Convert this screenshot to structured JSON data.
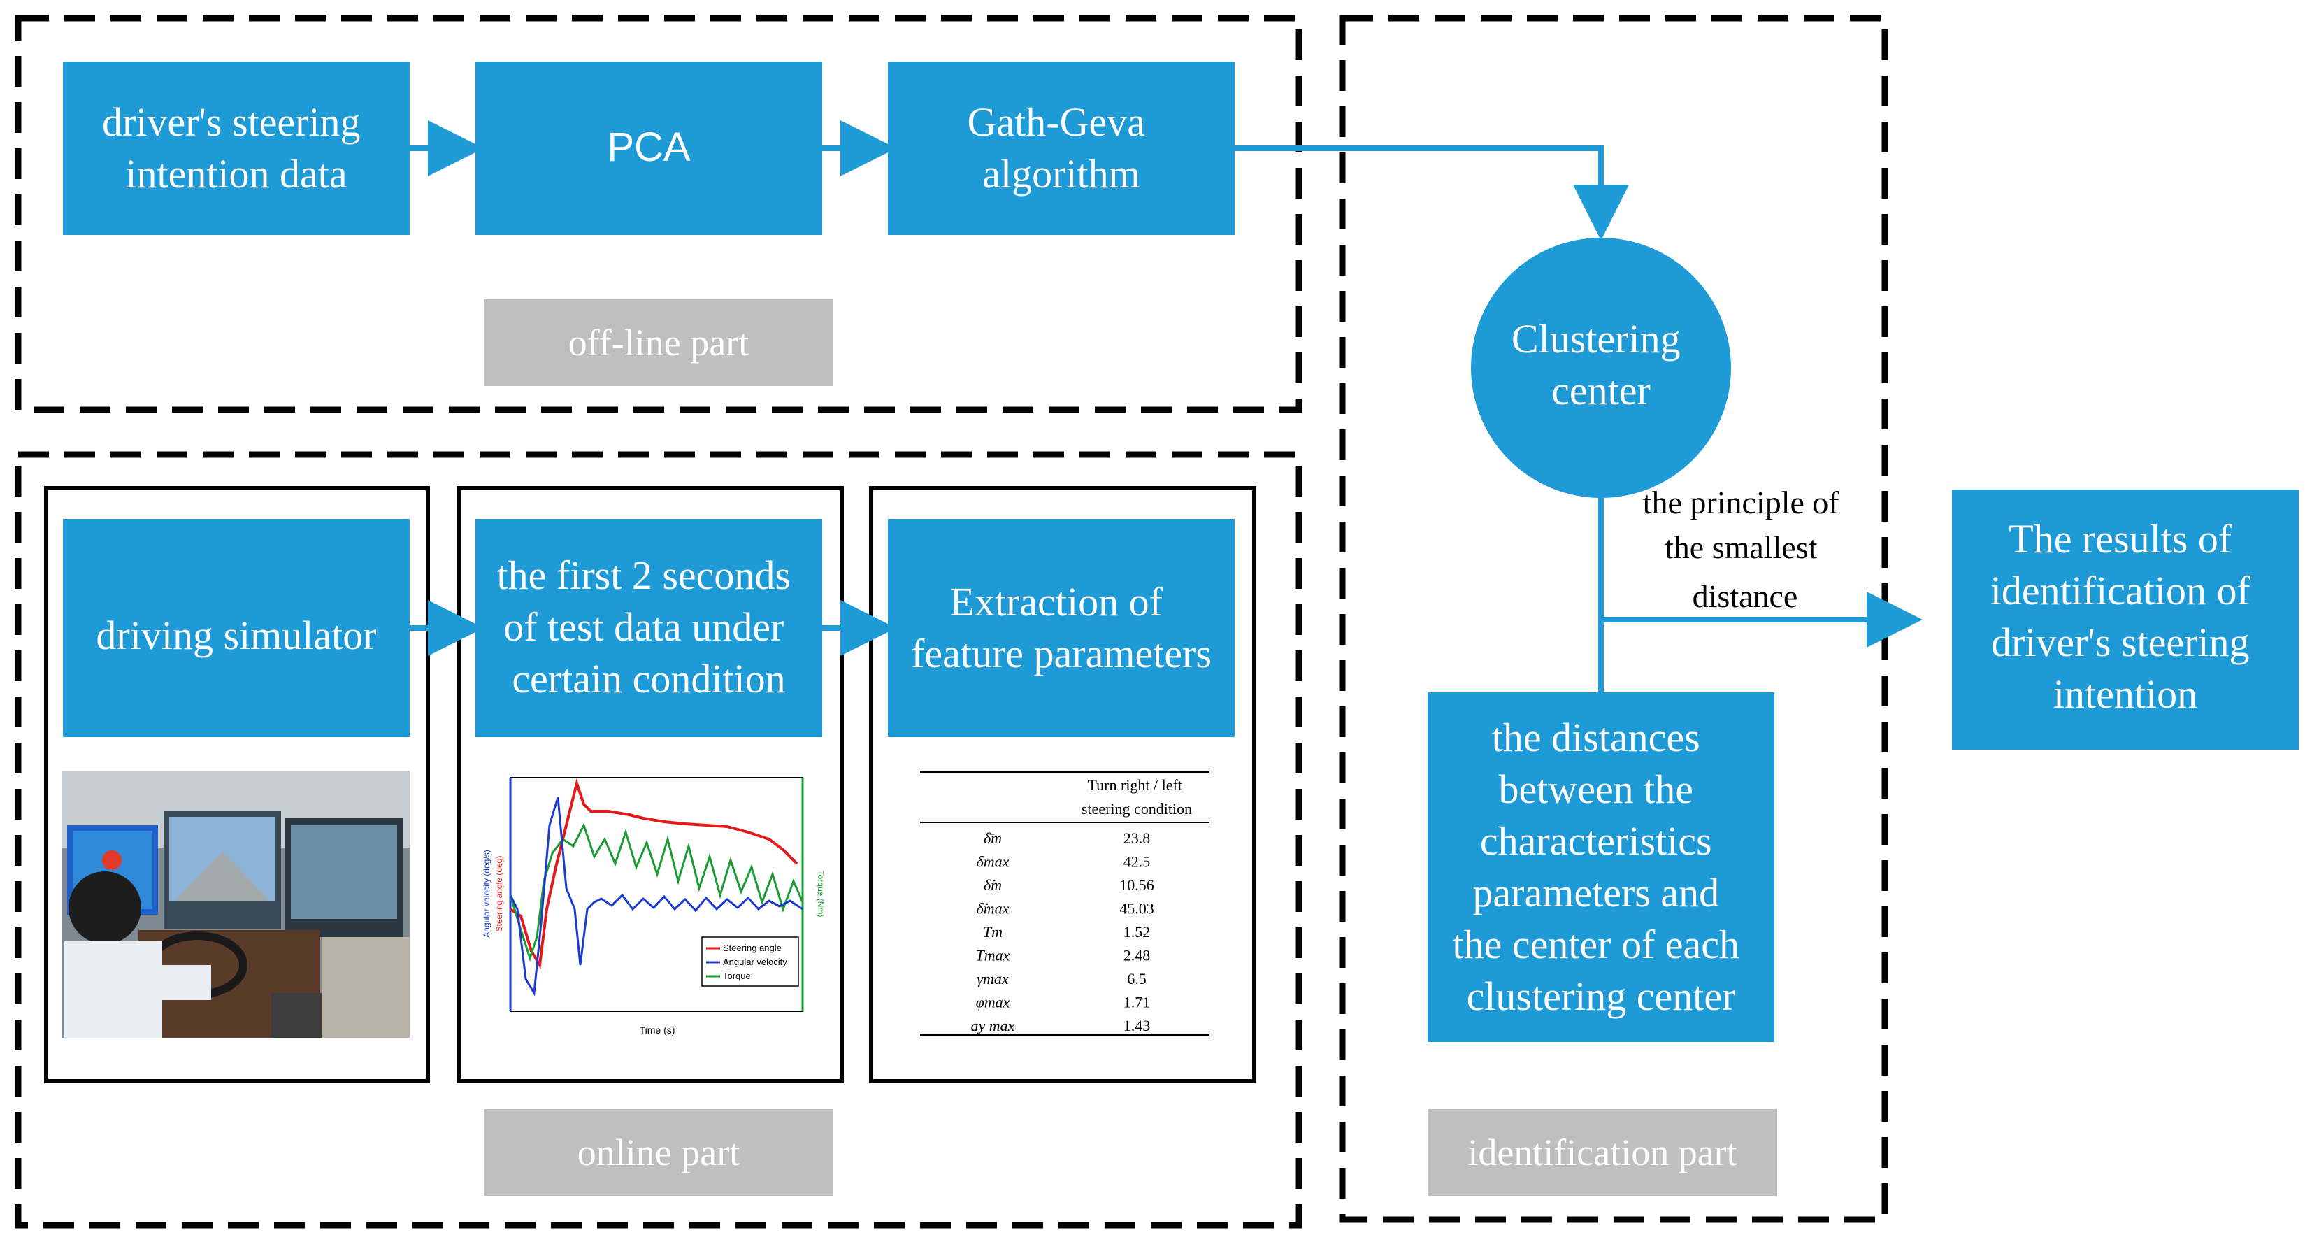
{
  "colors": {
    "box": "#1e9ad6",
    "label_bg": "#bfbfbf",
    "dash": "#000000",
    "arrow": "#1e9ad6"
  },
  "offline": {
    "box1": [
      "driver's steering",
      "intention data"
    ],
    "box2": "PCA",
    "box3": [
      "Gath-Geva",
      "algorithm"
    ],
    "label": "off-line part"
  },
  "online": {
    "box1": "driving simulator",
    "box2": [
      "the first 2 seconds",
      "of  test data under",
      "certain condition"
    ],
    "box3": [
      "Extraction of",
      "feature parameters"
    ],
    "label": "online part"
  },
  "identification": {
    "circle": [
      "Clustering",
      "center"
    ],
    "note": [
      "the principle of",
      "the smallest",
      "distance"
    ],
    "distances": [
      "the distances",
      "between the",
      "characteristics",
      "parameters and",
      "the center of each",
      "clustering center"
    ],
    "label": "identification part"
  },
  "result": [
    "The results of",
    "identification of",
    "driver's steering",
    "intention"
  ],
  "plot": {
    "legend": [
      "Steering angle",
      "Angular velocity",
      "Torque"
    ],
    "xlabel": "Time (s)",
    "ylabel_left": "Angular velocity (deg/s)",
    "ylabel_mid": "Steering angle (deg)",
    "ylabel_right": "Torque (Nm)"
  },
  "feature_table": {
    "header": [
      "Turn right / left",
      "steering condition"
    ],
    "rows": [
      {
        "symbol": "δ̄m",
        "value": "23.8"
      },
      {
        "symbol": "δmax",
        "value": "42.5"
      },
      {
        "symbol": "δ̇m",
        "value": "10.56"
      },
      {
        "symbol": "δ̇max",
        "value": "45.03"
      },
      {
        "symbol": "Tm",
        "value": "1.52"
      },
      {
        "symbol": "Tmax",
        "value": "2.48"
      },
      {
        "symbol": "γmax",
        "value": "6.5"
      },
      {
        "symbol": "φmax",
        "value": "1.71"
      },
      {
        "symbol": "ay max",
        "value": "1.43"
      }
    ]
  }
}
